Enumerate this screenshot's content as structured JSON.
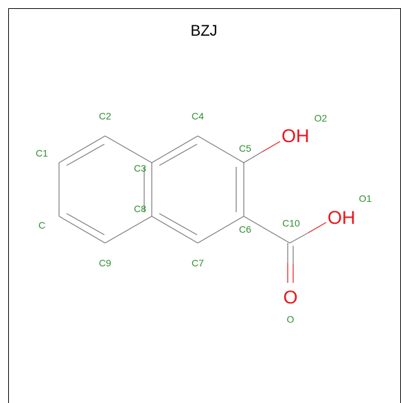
{
  "title": "BZJ",
  "atom_labels": {
    "C": "C",
    "C1": "C1",
    "C2": "C2",
    "C3": "C3",
    "C4": "C4",
    "C5": "C5",
    "C6": "C6",
    "C7": "C7",
    "C8": "C8",
    "C9": "C9",
    "C10": "C10",
    "O": "O",
    "O1": "O1",
    "O2": "O2"
  },
  "atom_symbols": {
    "o2": "OH",
    "o1": "OH",
    "o": "O"
  },
  "colors": {
    "bond": "#7a7a7a",
    "heteroatom": "#e8141a",
    "label": "#2f8f2f",
    "title": "#000000"
  }
}
